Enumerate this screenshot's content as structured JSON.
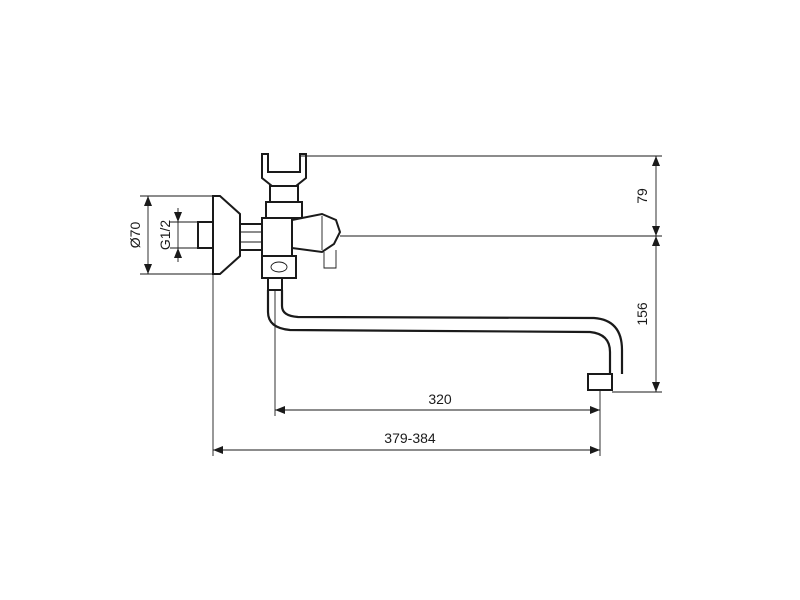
{
  "dimensions": {
    "outlet_diameter": "Ø70",
    "thread": "G1/2",
    "height_top": "79",
    "height_spout": "156",
    "spout_reach": "320",
    "total_reach": "379-384"
  }
}
